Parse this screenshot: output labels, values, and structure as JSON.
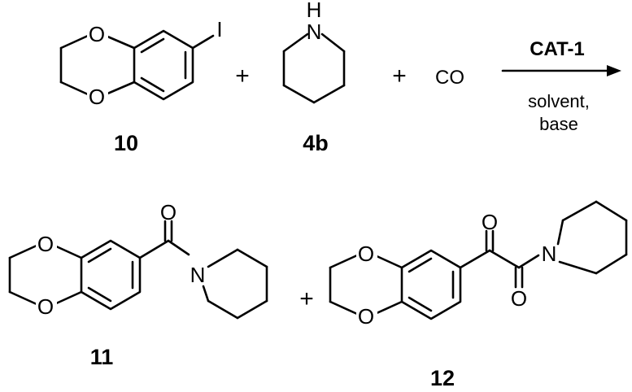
{
  "scheme": {
    "atoms": {
      "oxygen": "O",
      "nitrogen": "N",
      "hydrogen": "H",
      "iodine": "I"
    },
    "operators": {
      "plus": "+"
    },
    "reagents": {
      "carbon_monoxide": "CO"
    },
    "arrow": {
      "catalyst": "CAT-1",
      "condition_line1": "solvent,",
      "condition_line2": "base"
    },
    "compounds": {
      "aryl_iodide": "10",
      "amine": "4b",
      "amide_product": "11",
      "ketoamide_product": "12"
    }
  }
}
